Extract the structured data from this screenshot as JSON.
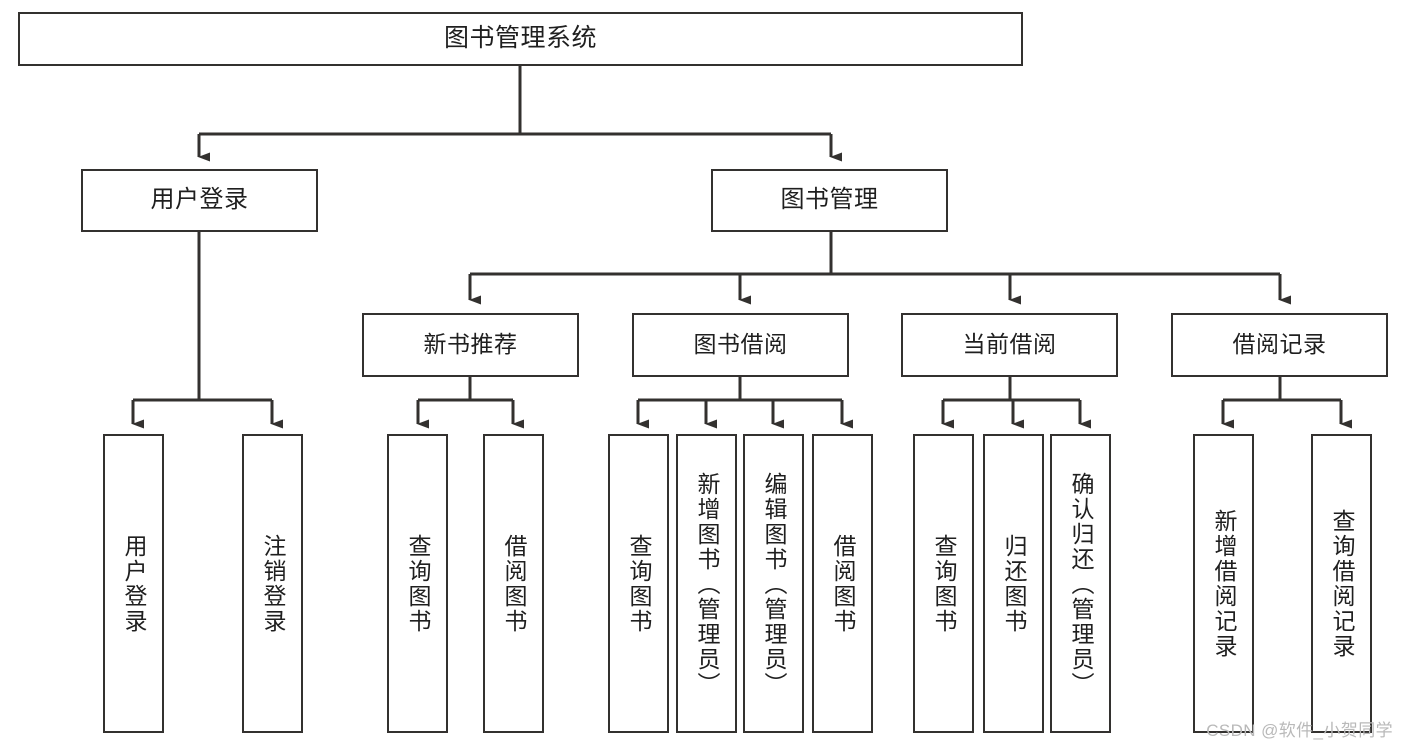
{
  "diagram": {
    "title": "图书管理系统",
    "type": "tree-hierarchy-chart",
    "watermark": "CSDN @软件_小贺同学",
    "colors": {
      "box_border": "#33312f",
      "connector": "#33312f",
      "background": "#ffffff",
      "text": "#1f1f1f",
      "watermark": "#b9b9b9"
    },
    "nodes": {
      "root": {
        "label": "图书管理系统"
      },
      "level2": [
        {
          "id": "user-login",
          "label": "用户登录"
        },
        {
          "id": "book-manage",
          "label": "图书管理"
        }
      ],
      "level3": [
        {
          "id": "new-book-recommend",
          "label": "新书推荐"
        },
        {
          "id": "book-borrow",
          "label": "图书借阅"
        },
        {
          "id": "current-borrow",
          "label": "当前借阅"
        },
        {
          "id": "borrow-record",
          "label": "借阅记录"
        }
      ],
      "leaves": [
        {
          "id": "leaf-user-login",
          "label": "用户登录",
          "parent": "user-login"
        },
        {
          "id": "leaf-logout",
          "label": "注销登录",
          "parent": "user-login"
        },
        {
          "id": "leaf-query-book-1",
          "label": "查询图书",
          "parent": "new-book-recommend"
        },
        {
          "id": "leaf-borrow-book-1",
          "label": "借阅图书",
          "parent": "new-book-recommend"
        },
        {
          "id": "leaf-query-book-2",
          "label": "查询图书",
          "parent": "book-borrow"
        },
        {
          "id": "leaf-add-book",
          "label": "新增图书（管理员）",
          "parent": "book-borrow"
        },
        {
          "id": "leaf-edit-book",
          "label": "编辑图书（管理员）",
          "parent": "book-borrow"
        },
        {
          "id": "leaf-borrow-book-2",
          "label": "借阅图书",
          "parent": "book-borrow"
        },
        {
          "id": "leaf-query-book-3",
          "label": "查询图书",
          "parent": "current-borrow"
        },
        {
          "id": "leaf-return-book",
          "label": "归还图书",
          "parent": "current-borrow"
        },
        {
          "id": "leaf-confirm-return",
          "label": "确认归还（管理员）",
          "parent": "current-borrow"
        },
        {
          "id": "leaf-add-record",
          "label": "新增借阅记录",
          "parent": "borrow-record"
        },
        {
          "id": "leaf-query-record",
          "label": "查询借阅记录",
          "parent": "borrow-record"
        }
      ]
    }
  }
}
